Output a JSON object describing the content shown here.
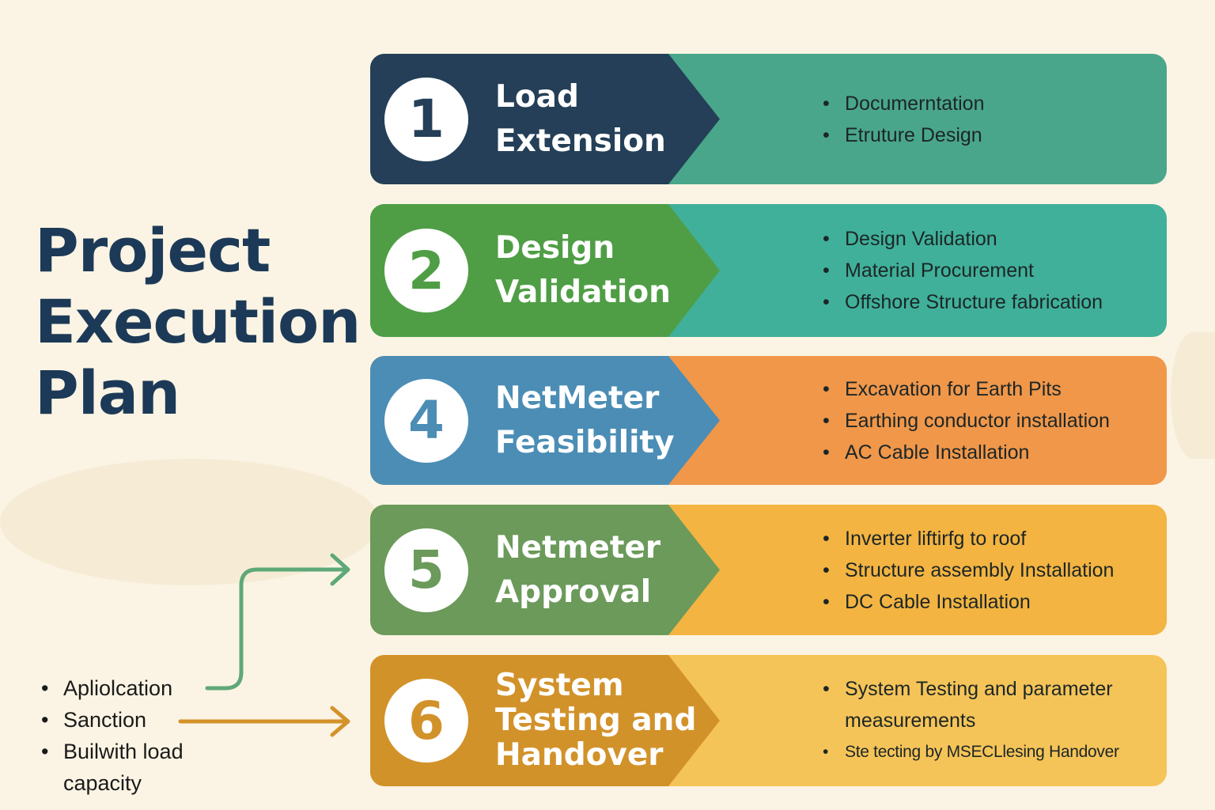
{
  "title_lines": [
    "Project",
    "Execution",
    "Plan"
  ],
  "steps": [
    {
      "number": "1",
      "title": [
        "Load",
        "Extension"
      ],
      "bullets": [
        "Documerntation",
        "Etruture Design"
      ],
      "left_color": "#243f57",
      "right_color": "#4aa68a",
      "num_color": "#243f57"
    },
    {
      "number": "2",
      "title": [
        "Design",
        "Validation"
      ],
      "bullets": [
        "Design Validation",
        "Material Procurement",
        "Offshore Structure fabrication"
      ],
      "left_color": "#4f9e45",
      "right_color": "#40b09a",
      "num_color": "#4f9e45"
    },
    {
      "number": "4",
      "title": [
        "NetMeter",
        "Feasibility"
      ],
      "bullets": [
        "Excavation for Earth Pits",
        "Earthing conductor installation",
        "AC Cable Installation"
      ],
      "left_color": "#4b8db5",
      "right_color": "#f0974a",
      "num_color": "#4b8db5"
    },
    {
      "number": "5",
      "title": [
        "Netmeter",
        "Approval"
      ],
      "bullets": [
        "Inverter liftirfg to roof",
        "Structure assembly Installation",
        "DC Cable Installation"
      ],
      "left_color": "#6b9a5a",
      "right_color": "#f3b441",
      "num_color": "#6b9a5a"
    },
    {
      "number": "6",
      "title": [
        "System",
        "Testing and",
        "Handover"
      ],
      "bullets": [
        "System Testing and parameter measurements",
        "Ste tecting by MSECLlesing Handover"
      ],
      "left_color": "#d2922a",
      "right_color": "#f5c458",
      "num_color": "#d2922a"
    }
  ],
  "side_list": [
    "Apliolcation",
    "Sanction",
    "Builwith load capacity"
  ],
  "arrow_colors": {
    "green": "#5fa878",
    "orange": "#d4922a"
  }
}
